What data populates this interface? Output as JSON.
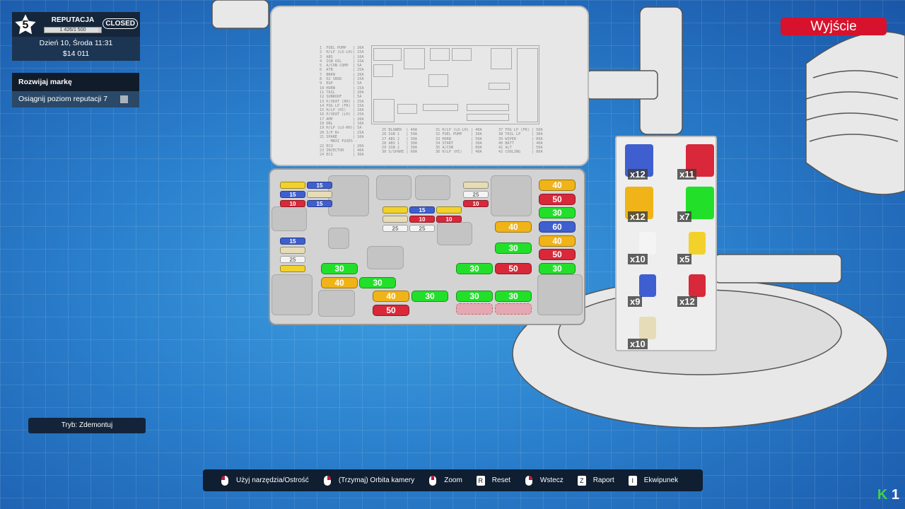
{
  "hud": {
    "level": "5",
    "reputation_label": "REPUTACJA",
    "reputation_text": "1 426/1 500",
    "reputation_fraction": 0.951,
    "status": "CLOSED",
    "datetime": "Dzień 10, Środa 11:31",
    "money": "$14 011"
  },
  "quest": {
    "title": "Rozwijaj markę",
    "item": "Osiągnij poziom reputacji 7",
    "done": false
  },
  "mode": "Tryb: Zdemontuj",
  "exit_label": "Wyjście",
  "hints": [
    {
      "key": "mouse-left",
      "label": "Użyj narzędzia/Ostrość"
    },
    {
      "key": "mouse-right",
      "label": "(Trzymaj)  Orbita kamery"
    },
    {
      "key": "mouse-wheel",
      "label": "Zoom"
    },
    {
      "key": "R",
      "label": "Reset"
    },
    {
      "key": "mouse-right",
      "label": "Wstecz"
    },
    {
      "key": "Z",
      "label": "Raport"
    },
    {
      "key": "I",
      "label": "Ekwipunek"
    }
  ],
  "logo": {
    "letter": "K",
    "count": "1"
  },
  "lid_legend": {
    "col1": "1  FUEL PUMP   | 20A\n2  H/LP (LO-LH)| 15A\n3  ABS         | 10A\n4  IGN OIL     | 15A\n5  A/CON COMP  | 5A\n6  ATB         | 25A\n7  BRKN        | 20A\n8  O2 SNSR     | 15A\n9  EGP         | 5A\n10 HORN        | 15A\n11 TAIL        | 20A\n12 SUNROOF     | 5A\n13 P/SEAT (RH) | 25A\n14 FOG LP (FR) | 15A\n15 H/LP (HI)   | 10A\n16 P/SEAT (LH) | 25A\n17 AMP         | 20A\n18 DRL         | 10A\n19 H/LP (LO-RH)| 5A\n20 I/P B+      | 25A\n21 SPARE       | 10A\n   - MAXI FUSES -\n22 ECU         | 20A\n23 INJECTOR    | 40A\n24 ECS         | 30A",
    "col2": "25 BLOWER  | 40A\n26 IGN 1   | 50A\n27 ABS 2   | 30A\n28 ABS 1   | 30A\n29 IGN 2   | 30A\n30 S/SPARE | 60A",
    "col3": "31 H/LP (LO-LH) | 40A\n32 FUEL PUMP    | 30A\n33 HORN         | 50A\n34 START        | 30A\n35 A/CON        | 60A\n36 H/LP (HI)    | 40A",
    "col4": "37 FOG LP (FR) | 50A\n38 TAIL LP     | 30A\n39 WIPER       | 60A\n40 BATT        | 40A\n41 ALT         | 50A\n42 COOLING     | 80A"
  },
  "fuse_colors": {
    "yellow": "#f2d22a",
    "blue": "#3f5fd0",
    "red": "#d8283a",
    "tan": "#e6dcb8",
    "white": "#f4f4f4",
    "green": "#22e02a",
    "orange": "#f0b418"
  },
  "installed_fuses": [
    {
      "c": "yellow",
      "v": ""
    },
    {
      "c": "blue",
      "v": "15"
    },
    {
      "c": "blue",
      "v": "15"
    },
    {
      "c": "tan",
      "v": ""
    },
    {
      "c": "red",
      "v": "10"
    },
    {
      "c": "blue",
      "v": "15"
    },
    {
      "c": "blue",
      "v": "15"
    },
    {
      "c": "tan",
      "v": ""
    },
    {
      "c": "white",
      "v": "25"
    },
    {
      "c": "yellow",
      "v": ""
    },
    {
      "c": "yellow",
      "v": ""
    },
    {
      "c": "blue",
      "v": "15"
    },
    {
      "c": "yellow",
      "v": ""
    },
    {
      "c": "tan",
      "v": ""
    },
    {
      "c": "red",
      "v": "10"
    },
    {
      "c": "red",
      "v": "10"
    },
    {
      "c": "white",
      "v": "25"
    },
    {
      "c": "white",
      "v": "25"
    },
    {
      "c": "tan",
      "v": ""
    },
    {
      "c": "white",
      "v": "25"
    },
    {
      "c": "red",
      "v": "10"
    },
    {
      "c": "orange",
      "v": "40"
    },
    {
      "c": "red",
      "v": "50"
    },
    {
      "c": "green",
      "v": "30"
    },
    {
      "c": "blue",
      "v": "60"
    },
    {
      "c": "orange",
      "v": "40"
    },
    {
      "c": "red",
      "v": "50"
    },
    {
      "c": "green",
      "v": "30"
    },
    {
      "c": "orange",
      "v": "40"
    },
    {
      "c": "green",
      "v": "30"
    },
    {
      "c": "green",
      "v": "30"
    },
    {
      "c": "orange",
      "v": "40"
    },
    {
      "c": "green",
      "v": "30"
    },
    {
      "c": "orange",
      "v": "40"
    },
    {
      "c": "green",
      "v": "30"
    },
    {
      "c": "green",
      "v": "30"
    },
    {
      "c": "green",
      "v": "30"
    },
    {
      "c": "red",
      "v": "50"
    },
    {
      "c": "green",
      "v": "30"
    },
    {
      "c": "red",
      "v": "50"
    },
    {
      "c": "empty",
      "v": ""
    },
    {
      "c": "empty",
      "v": ""
    }
  ],
  "inventory": [
    {
      "c": "blue",
      "count": "x12"
    },
    {
      "c": "red",
      "count": "x11"
    },
    {
      "c": "orange",
      "count": "x12"
    },
    {
      "c": "green",
      "count": "x7"
    },
    {
      "c": "white",
      "count": "x10"
    },
    {
      "c": "yellow",
      "count": "x5"
    },
    {
      "c": "blue",
      "count": "x9"
    },
    {
      "c": "red",
      "count": "x12"
    },
    {
      "c": "tan",
      "count": "x10"
    }
  ]
}
